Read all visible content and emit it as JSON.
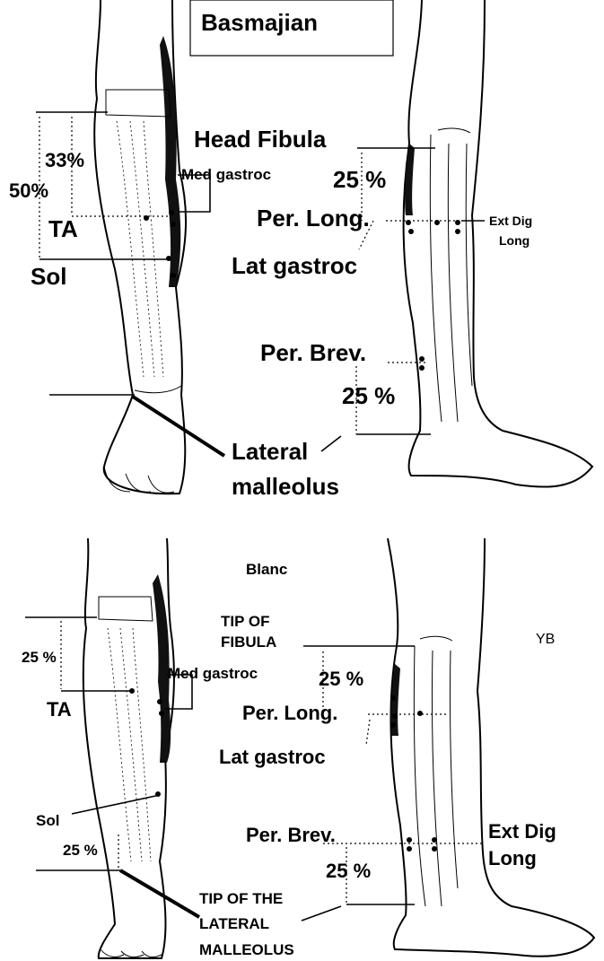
{
  "top": {
    "title": "Basmajian",
    "left_leg": {
      "pct_33": "33%",
      "pct_50": "50%",
      "ta": "TA",
      "sol": "Sol",
      "med_gastroc": "Med gastroc",
      "lateral": "Lateral",
      "malleolus": "malleolus"
    },
    "right_leg": {
      "head_fibula": "Head Fibula",
      "pct_upper": "25 %",
      "per_long": "Per. Long.",
      "ext_dig": "Ext Dig",
      "long": "Long",
      "lat_gastroc": "Lat gastroc",
      "per_brev": "Per. Brev.",
      "pct_lower": "25 %"
    }
  },
  "bottom": {
    "title": "Blanc",
    "initials": "YB",
    "left_leg": {
      "pct_upper": "25 %",
      "ta": "TA",
      "med_gastroc": "Med gastroc",
      "sol": "Sol",
      "pct_lower": "25 %",
      "tip_of_the": "TIP OF THE",
      "lateral": "LATERAL",
      "malleolus": "MALLEOLUS"
    },
    "right_leg": {
      "tip_of": "TIP OF",
      "fibula": "FIBULA",
      "pct_upper": "25 %",
      "per_long": "Per. Long.",
      "lat_gastroc": "Lat gastroc",
      "per_brev": "Per. Brev.",
      "pct_lower": "25 %",
      "ext_dig": "Ext Dig",
      "long": "Long"
    }
  }
}
